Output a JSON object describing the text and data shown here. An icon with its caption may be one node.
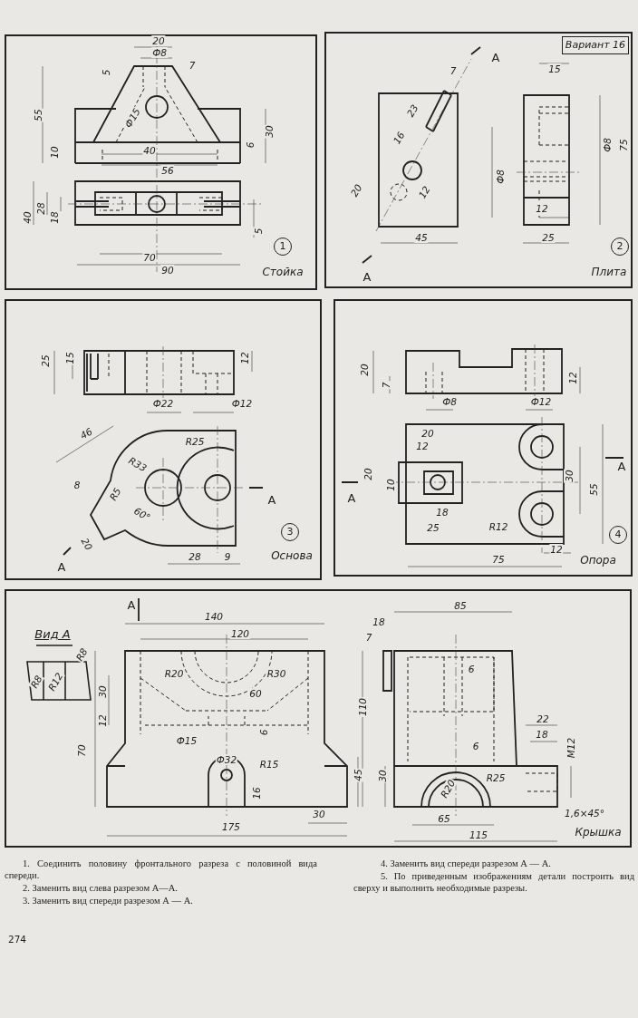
{
  "diagram": {
    "nodes": [
      {
        "text": [
          "Стойка"
        ]
      },
      {
        "text": [
          "1"
        ],
        "in": 0
      },
      {
        "text": [
          "Плита"
        ]
      },
      {
        "text": [
          "Вариант 16"
        ],
        "in": 2
      },
      {
        "text": [
          "2"
        ],
        "in": 2
      },
      {
        "text": [
          "Основа"
        ]
      },
      {
        "text": [
          "3"
        ],
        "in": 5
      },
      {
        "text": [
          "Опора"
        ]
      },
      {
        "text": [
          "4"
        ],
        "in": 7
      },
      {
        "text": [
          "Крышка"
        ]
      }
    ],
    "labels": [
      "20",
      "Ф8",
      "5",
      "7",
      "55",
      "Ф15",
      "30",
      "10",
      "6",
      "40",
      "56",
      "40",
      "28",
      "18",
      "5",
      "70",
      "90",
      "A",
      "7",
      "15",
      "23",
      "16",
      "Ф8",
      "75",
      "Ф8",
      "20",
      "12",
      "12",
      "45",
      "25",
      "A",
      "25",
      "15",
      "12",
      "Ф22",
      "Ф12",
      "46",
      "R25",
      "R33",
      "8",
      "R5",
      "A",
      "60°",
      "20",
      "28",
      "9",
      "A",
      "20",
      "7",
      "12",
      "Ф8",
      "Ф12",
      "20",
      "12",
      "20",
      "10",
      "A",
      "A",
      "30",
      "55",
      "18",
      "25",
      "R12",
      "12",
      "75",
      "A",
      "140",
      "85",
      "18",
      "120",
      "Вид A",
      "7",
      "R8",
      "6",
      "R20",
      "R30",
      "R8",
      "R12",
      "30",
      "60",
      "110",
      "12",
      "22",
      "6",
      "18",
      "Ф15",
      "6",
      "M12",
      "70",
      "Ф32",
      "R15",
      "45",
      "30",
      "R25",
      "R20",
      "16",
      "1,6×45°",
      "65",
      "175",
      "30",
      "115",
      "1. Соединить половину фронтального разреза с половиной вида спереди.",
      "2. Заменить вид слева разрезом А—А.",
      "3. Заменить вид спереди разрезом А — А.",
      "4. Заменить вид спереди разрезом А — А.",
      "5. По приведенным изображениям детали построить вид сверху и выполнить необходимые разрезы.",
      "274"
    ]
  }
}
